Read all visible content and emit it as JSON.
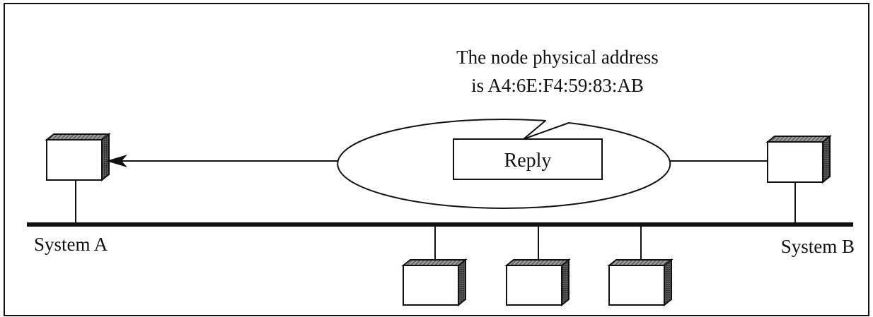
{
  "bubble": {
    "line1": "The node physical address",
    "line2": "is A4:6E:F4:59:83:AB"
  },
  "reply": {
    "label": "Reply"
  },
  "systems": {
    "a": {
      "label": "System A"
    },
    "b": {
      "label": "System B"
    }
  },
  "other_nodes": {
    "count": 3
  }
}
